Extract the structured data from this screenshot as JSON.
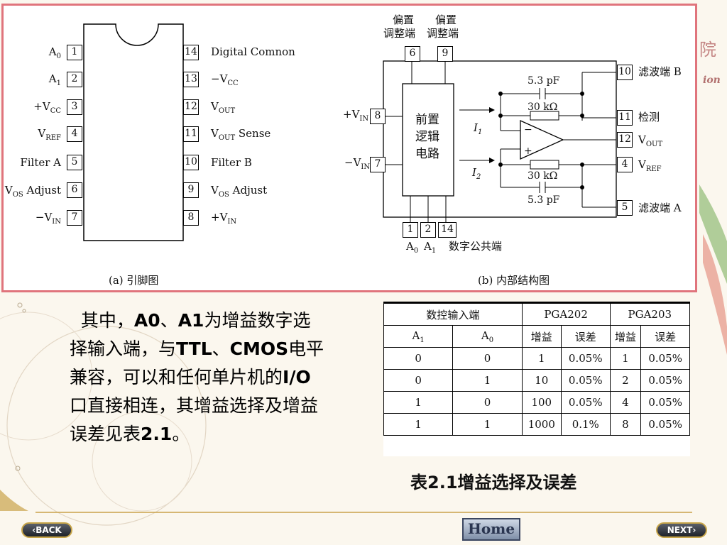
{
  "pinout": {
    "left_pins": [
      {
        "label_main": "A",
        "label_sub": "0",
        "label_tail": "",
        "num": "1"
      },
      {
        "label_main": "A",
        "label_sub": "1",
        "label_tail": "",
        "num": "2"
      },
      {
        "label_main": "+V",
        "label_sub": "CC",
        "label_tail": "",
        "num": "3"
      },
      {
        "label_main": "V",
        "label_sub": "REF",
        "label_tail": "",
        "num": "4"
      },
      {
        "label_main": "Filter A",
        "label_sub": "",
        "label_tail": "",
        "num": "5"
      },
      {
        "label_main": "V",
        "label_sub": "OS",
        "label_tail": " Adjust",
        "num": "6"
      },
      {
        "label_main": "−V",
        "label_sub": "IN",
        "label_tail": "",
        "num": "7"
      }
    ],
    "right_pins": [
      {
        "num": "14",
        "label_main": "Digital Comnon",
        "label_sub": "",
        "label_tail": ""
      },
      {
        "num": "13",
        "label_main": "−V",
        "label_sub": "CC",
        "label_tail": ""
      },
      {
        "num": "12",
        "label_main": "V",
        "label_sub": "OUT",
        "label_tail": ""
      },
      {
        "num": "11",
        "label_main": "V",
        "label_sub": "OUT",
        "label_tail": " Sense"
      },
      {
        "num": "10",
        "label_main": "Filter B",
        "label_sub": "",
        "label_tail": ""
      },
      {
        "num": "9",
        "label_main": "V",
        "label_sub": "OS",
        "label_tail": " Adjust"
      },
      {
        "num": "8",
        "label_main": "+V",
        "label_sub": "IN",
        "label_tail": ""
      }
    ],
    "caption": "(a) 引脚图"
  },
  "internal": {
    "top_label_1a": "偏置",
    "top_label_1b": "调整端",
    "top_label_2a": "偏置",
    "top_label_2b": "调整端",
    "top_pin_1": "6",
    "top_pin_2": "9",
    "logic_line1": "前置",
    "logic_line2": "逻辑",
    "logic_line3": "电路",
    "vin_plus_main": "+V",
    "vin_plus_sub": "IN",
    "vin_plus_pin": "8",
    "vin_minus_main": "−V",
    "vin_minus_sub": "IN",
    "vin_minus_pin": "7",
    "i1_main": "I",
    "i1_sub": "1",
    "i2_main": "I",
    "i2_sub": "2",
    "cap_top": "5.3 pF",
    "res_top": "30 kΩ",
    "res_bottom": "30 kΩ",
    "cap_bottom": "5.3 pF",
    "opamp_minus": "−",
    "opamp_plus": "+",
    "right_pin_10": "10",
    "right_label_10": "滤波端 B",
    "right_pin_11": "11",
    "right_label_11": "检测",
    "right_pin_12": "12",
    "right_label_12_main": "V",
    "right_label_12_sub": "OUT",
    "right_pin_4": "4",
    "right_label_4_main": "V",
    "right_label_4_sub": "REF",
    "right_pin_5": "5",
    "right_label_5": "滤波端 A",
    "bottom_pin_1": "1",
    "bottom_pin_2": "2",
    "bottom_pin_14": "14",
    "bottom_a0_main": "A",
    "bottom_a0_sub": "0",
    "bottom_a1_main": "A",
    "bottom_a1_sub": "1",
    "bottom_label": "数字公共端",
    "caption": "(b) 内部结构图"
  },
  "paragraph": {
    "t1": "其中，",
    "t2": "A0",
    "t3": "、",
    "t4": "A1",
    "t5": "为增益数字选择输入端，与",
    "t6": "TTL",
    "t7": "、",
    "t8": "CMOS",
    "t9": "电平兼容，可以和任何单片机的",
    "t10": "I/O",
    "t11": "口直接相连，其增益选择及增益误差见表",
    "t12": "2.1",
    "t13": "。"
  },
  "gain_table": {
    "header_group": "数控输入端",
    "header_pga202": "PGA202",
    "header_pga203": "PGA203",
    "sub_a1_main": "A",
    "sub_a1_sub": "1",
    "sub_a0_main": "A",
    "sub_a0_sub": "0",
    "sub_gain": "增益",
    "sub_error": "误差",
    "rows": [
      [
        "0",
        "0",
        "1",
        "0.05%",
        "1",
        "0.05%"
      ],
      [
        "0",
        "1",
        "10",
        "0.05%",
        "2",
        "0.05%"
      ],
      [
        "1",
        "0",
        "100",
        "0.05%",
        "4",
        "0.05%"
      ],
      [
        "1",
        "1",
        "1000",
        "0.1%",
        "8",
        "0.05%"
      ]
    ]
  },
  "table_caption": {
    "prefix": "表",
    "num": "2.1",
    "rest": "增益选择及误差"
  },
  "nav": {
    "back_label": "‹BACK",
    "home_label": "Home",
    "next_label": "NEXT›"
  },
  "header_fragments": {
    "right_char": "院",
    "right_tail": "ion"
  }
}
